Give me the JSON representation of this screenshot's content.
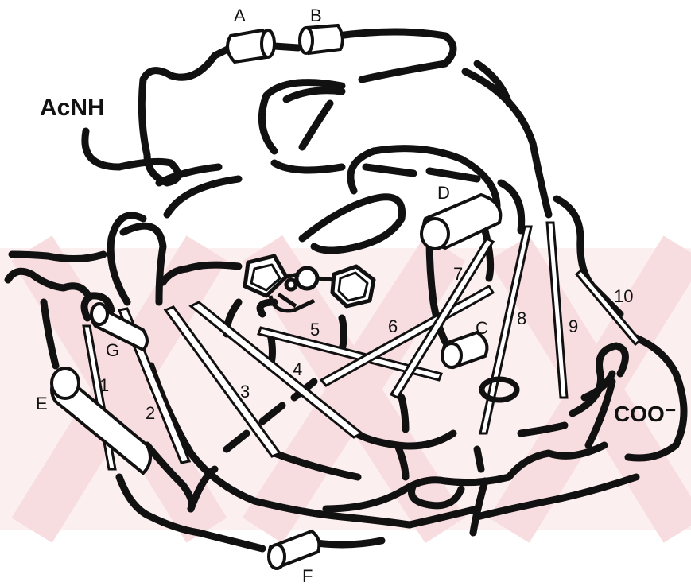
{
  "diagram": {
    "n_terminus": "AcNH",
    "c_terminus": "COO⁻",
    "helices": {
      "a": "A",
      "b": "B",
      "c": "C",
      "d": "D",
      "e": "E",
      "f": "F",
      "g": "G"
    },
    "strands": {
      "s1": "1",
      "s2": "2",
      "s3": "3",
      "s4": "4",
      "s5": "5",
      "s6": "6",
      "s7": "7",
      "s8": "8",
      "s9": "9",
      "s10": "10"
    },
    "colors": {
      "line": "#111111",
      "watermark": "#f7d6d9",
      "background": "#ffffff"
    }
  }
}
